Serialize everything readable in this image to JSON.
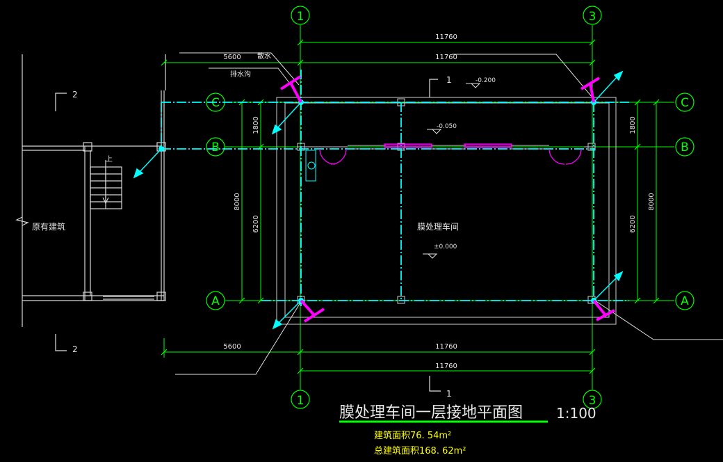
{
  "grid": {
    "top_1": "1",
    "top_3": "3",
    "bottom_1": "1",
    "bottom_3": "3",
    "left_C": "C",
    "left_B": "B",
    "left_A": "A",
    "right_C": "C",
    "right_B": "B",
    "right_A": "A"
  },
  "dims": {
    "top_total": "11760",
    "top_inner": "11760",
    "top_left": "5600",
    "top_left_note": "散水",
    "drain_label": "排水沟",
    "bot_left": "5600",
    "bot_total": "11760",
    "bot_inner": "11760",
    "left_1800": "1800",
    "left_8000": "8000",
    "left_6200": "6200",
    "right_1800": "1800",
    "right_8000": "8000",
    "right_6200": "6200"
  },
  "levels": {
    "top": "-0.200",
    "mid": "-0.050",
    "room": "±0.000"
  },
  "section": {
    "top_mark": "1",
    "bot_mark": "1",
    "left_top_mark": "2",
    "left_bot_mark": "2",
    "stair_mark": "上"
  },
  "rooms": {
    "existing": "原有建筑",
    "main": "膜处理车间"
  },
  "title": {
    "main": "膜处理车间一层接地平面图",
    "scale": "1:100"
  },
  "area": {
    "building": "建筑面积76. 54m²",
    "total": "总建筑面积168. 62m²"
  },
  "colors": {
    "background": "#000000",
    "line_white": "#ffffff",
    "line_green": "#00ff00",
    "cyan": "#00ffff",
    "magenta": "#ff00ff",
    "yellow": "#ffff00"
  }
}
